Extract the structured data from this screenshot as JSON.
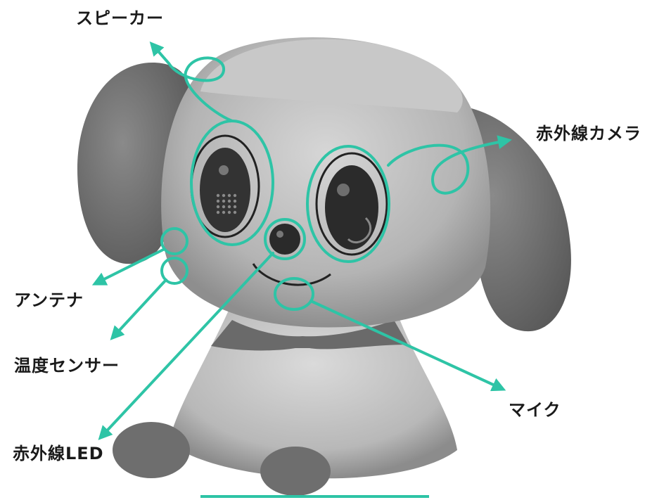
{
  "labels": {
    "speaker": "スピーカー",
    "ir_camera": "赤外線カメラ",
    "antenna": "アンテナ",
    "temp_sensor": "温度センサー",
    "ir_led": "赤外線LED",
    "mic": "マイク"
  },
  "colors": {
    "accent": "#2ec4a6",
    "outline": "#222222"
  }
}
